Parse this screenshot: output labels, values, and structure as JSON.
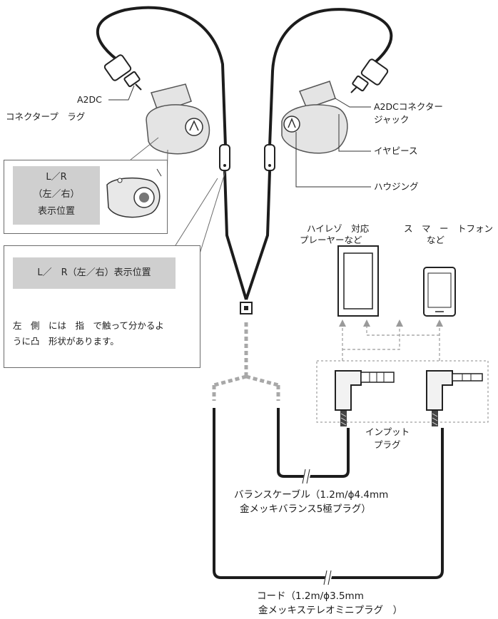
{
  "labels": {
    "a2dc_plug_line1": "A2DC",
    "a2dc_plug_line2": "コネクタープ　ラグ",
    "a2dc_jack_line1": "A2DCコネクター",
    "a2dc_jack_line2": "ジャック",
    "ear_piece": "イヤピース",
    "housing": "ハウジング",
    "hires_player_line1": "ハイレゾ　対応",
    "hires_player_line2": "プレーヤーなど",
    "smartphone_line1": "ス　マ　ー　トフォン",
    "smartphone_line2": "など",
    "input_plug_line1": "インプット",
    "input_plug_line2": "プラグ",
    "balance_cable_line1": "バランスケーブル（1.2m/ϕ4.4mm",
    "balance_cable_line2": "金メッキバランス5極プラグ）",
    "cord_line1": "コード（1.2m/ϕ3.5mm",
    "cord_line2": "金メッキステレオミニプラグ　）"
  },
  "callout_zoom": {
    "lr_label_1": "L／R",
    "lr_label_2": "（左／右）",
    "lr_label_3": "表示位置"
  },
  "callout_text": {
    "lr_title": "L／　R（左／右）表示位置",
    "note_line1": "左　側　には　指　で触って分かるよ",
    "note_line2": "うに凸　形状があります。"
  },
  "colors": {
    "cable": "#1c1c1c",
    "dashed_cable": "#a8a8a8",
    "label_box": "#cfcfcf",
    "earphone_body": "#e4e4e4",
    "arrow": "#9a9a9a"
  }
}
